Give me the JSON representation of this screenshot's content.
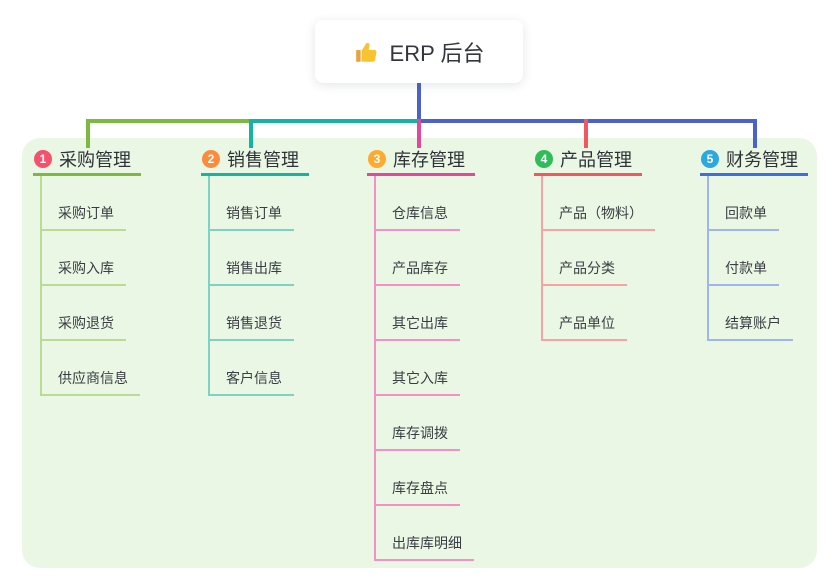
{
  "root": {
    "label": "ERP 后台",
    "icon": "thumbs-up-icon"
  },
  "canvas": {
    "page_background": "#ffffff",
    "panel_background": "#eaf7e4",
    "root_connector_color": "#4b63c8",
    "text_color": "#35393f"
  },
  "branches": [
    {
      "index": "1",
      "title": "采购管理",
      "badge_color": "#f4516c",
      "line_color": "#7cb93f",
      "light_line_color": "#b9dc94",
      "items": [
        {
          "label": "采购订单"
        },
        {
          "label": "采购入库"
        },
        {
          "label": "采购退货"
        },
        {
          "label": "供应商信息"
        }
      ]
    },
    {
      "index": "2",
      "title": "销售管理",
      "badge_color": "#fb8c3c",
      "line_color": "#16b3a2",
      "light_line_color": "#7fd1c6",
      "items": [
        {
          "label": "销售订单"
        },
        {
          "label": "销售出库"
        },
        {
          "label": "销售退货"
        },
        {
          "label": "客户信息"
        }
      ]
    },
    {
      "index": "3",
      "title": "库存管理",
      "badge_color": "#ffaa2e",
      "line_color": "#e3479e",
      "light_line_color": "#f391c6",
      "items": [
        {
          "label": "仓库信息"
        },
        {
          "label": "产品库存"
        },
        {
          "label": "其它出库"
        },
        {
          "label": "其它入库"
        },
        {
          "label": "库存调拨"
        },
        {
          "label": "库存盘点"
        },
        {
          "label": "出库库明细"
        }
      ]
    },
    {
      "index": "4",
      "title": "产品管理",
      "badge_color": "#2ebd59",
      "line_color": "#f2565e",
      "light_line_color": "#f8a2a4",
      "items": [
        {
          "label": "产品（物料）"
        },
        {
          "label": "产品分类"
        },
        {
          "label": "产品单位"
        }
      ]
    },
    {
      "index": "5",
      "title": "财务管理",
      "badge_color": "#29a9e0",
      "line_color": "#3e6ce2",
      "light_line_color": "#9fb6ec",
      "items": [
        {
          "label": "回款单"
        },
        {
          "label": "付款单"
        },
        {
          "label": "结算账户"
        }
      ]
    }
  ]
}
